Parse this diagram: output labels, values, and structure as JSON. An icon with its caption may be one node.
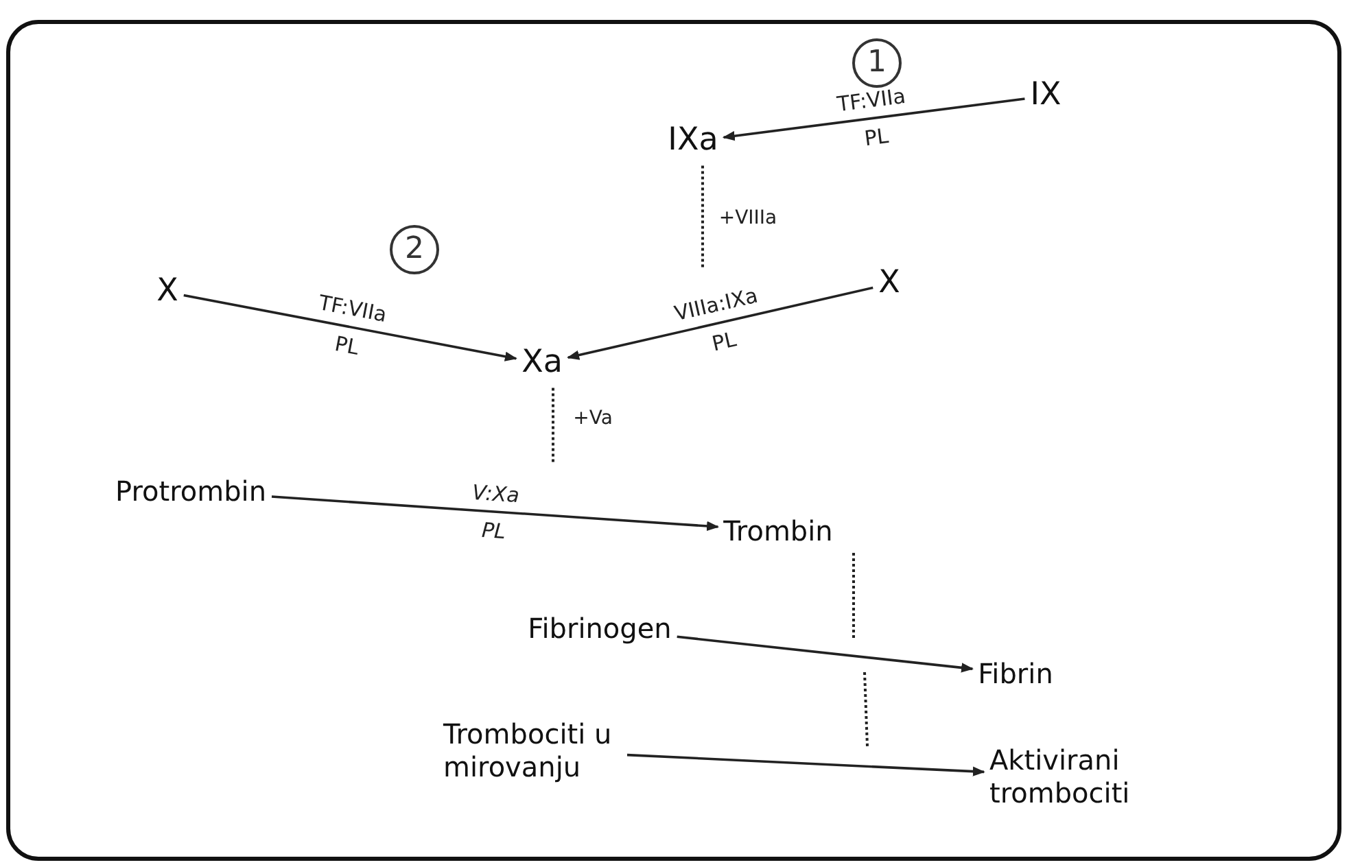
{
  "diagram": {
    "nodes": [
      {
        "text": [
          "1"
        ]
      },
      {
        "text": [
          "IX"
        ]
      },
      {
        "text": [
          "IXa"
        ]
      },
      {
        "text": [
          "2"
        ]
      },
      {
        "text": [
          "X"
        ]
      },
      {
        "text": [
          "X"
        ]
      },
      {
        "text": [
          "Xa"
        ]
      },
      {
        "text": [
          "Protrombin"
        ]
      },
      {
        "text": [
          "Trombin"
        ]
      },
      {
        "text": [
          "Fibrinogen"
        ]
      },
      {
        "text": [
          "Fibrin"
        ]
      },
      {
        "text": [
          "Trombociti u mirovanju"
        ]
      },
      {
        "text": [
          "Aktivirani trombociti"
        ]
      }
    ],
    "edges": [
      {
        "from": 1,
        "to": 2,
        "arrow": "to",
        "label": "TF:VIIa"
      },
      {
        "from": 4,
        "to": 6,
        "arrow": "to",
        "label": "TF:VIIa"
      },
      {
        "from": 5,
        "to": 6,
        "arrow": "to",
        "label": "VIIIa:IXa"
      },
      {
        "from": 7,
        "to": 8,
        "arrow": "to",
        "label": "V:Xa"
      },
      {
        "from": 9,
        "to": 10,
        "arrow": "to"
      },
      {
        "from": 11,
        "to": 12,
        "arrow": "to"
      },
      {
        "from": 2,
        "to": null,
        "arrow": "none",
        "style": "dashed",
        "label": "+VIIIa"
      },
      {
        "from": 6,
        "to": null,
        "arrow": "none",
        "style": "dashed",
        "label": "+Va"
      },
      {
        "from": 8,
        "to": null,
        "arrow": "none",
        "style": "dashed"
      }
    ],
    "labels": [
      "PL",
      "PL",
      "PL",
      "PL"
    ]
  }
}
